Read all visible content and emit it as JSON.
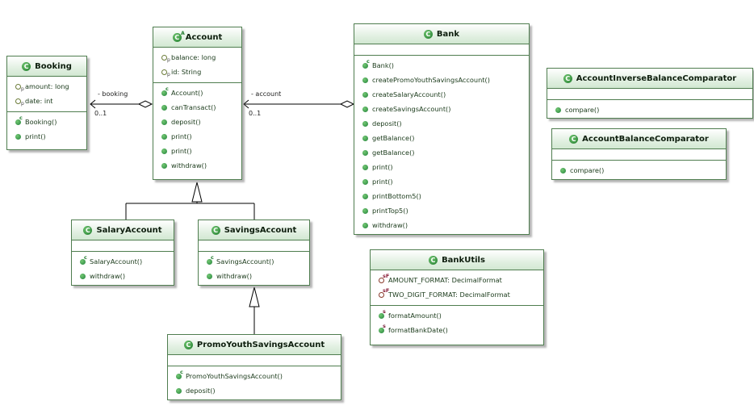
{
  "classes": {
    "booking": {
      "name": "Booking",
      "attributes": [
        {
          "text": "amount: long",
          "icon": "protected-field-icon"
        },
        {
          "text": "date: int",
          "icon": "protected-field-icon"
        }
      ],
      "operations": [
        {
          "text": "Booking()",
          "icon": "constructor-icon"
        },
        {
          "text": "print()",
          "icon": "method-icon"
        }
      ]
    },
    "account": {
      "name": "Account",
      "attributes": [
        {
          "text": "balance: long",
          "icon": "protected-field-icon"
        },
        {
          "text": "id: String",
          "icon": "protected-field-icon"
        }
      ],
      "operations": [
        {
          "text": "Account()",
          "icon": "constructor-icon"
        },
        {
          "text": "canTransact()",
          "icon": "method-icon"
        },
        {
          "text": "deposit()",
          "icon": "method-icon"
        },
        {
          "text": "print()",
          "icon": "method-icon"
        },
        {
          "text": "print()",
          "icon": "method-icon"
        },
        {
          "text": "withdraw()",
          "icon": "method-icon"
        }
      ]
    },
    "bank": {
      "name": "Bank",
      "attributes": [],
      "operations": [
        {
          "text": "Bank()",
          "icon": "constructor-icon"
        },
        {
          "text": "createPromoYouthSavingsAccount()",
          "icon": "method-icon"
        },
        {
          "text": "createSalaryAccount()",
          "icon": "method-icon"
        },
        {
          "text": "createSavingsAccount()",
          "icon": "method-icon"
        },
        {
          "text": "deposit()",
          "icon": "method-icon"
        },
        {
          "text": "getBalance()",
          "icon": "method-icon"
        },
        {
          "text": "getBalance()",
          "icon": "method-icon"
        },
        {
          "text": "print()",
          "icon": "method-icon"
        },
        {
          "text": "print()",
          "icon": "method-icon"
        },
        {
          "text": "printBottom5()",
          "icon": "method-icon"
        },
        {
          "text": "printTop5()",
          "icon": "method-icon"
        },
        {
          "text": "withdraw()",
          "icon": "method-icon"
        }
      ]
    },
    "account_inverse_comparator": {
      "name": "AccountInverseBalanceComparator",
      "attributes": [],
      "operations": [
        {
          "text": "compare()",
          "icon": "method-icon"
        }
      ]
    },
    "account_balance_comparator": {
      "name": "AccountBalanceComparator",
      "attributes": [],
      "operations": [
        {
          "text": "compare()",
          "icon": "method-icon"
        }
      ]
    },
    "salary_account": {
      "name": "SalaryAccount",
      "attributes": [],
      "operations": [
        {
          "text": "SalaryAccount()",
          "icon": "constructor-icon"
        },
        {
          "text": "withdraw()",
          "icon": "method-icon"
        }
      ]
    },
    "savings_account": {
      "name": "SavingsAccount",
      "attributes": [],
      "operations": [
        {
          "text": "SavingsAccount()",
          "icon": "constructor-icon"
        },
        {
          "text": "withdraw()",
          "icon": "method-icon"
        }
      ]
    },
    "bank_utils": {
      "name": "BankUtils",
      "attributes": [
        {
          "text": "AMOUNT_FORMAT: DecimalFormat",
          "icon": "static-final-field-icon"
        },
        {
          "text": "TWO_DIGIT_FORMAT: DecimalFormat",
          "icon": "static-final-field-icon"
        }
      ],
      "operations": [
        {
          "text": "formatAmount()",
          "icon": "static-method-icon"
        },
        {
          "text": "formatBankDate()",
          "icon": "static-method-icon"
        }
      ]
    },
    "promo_youth": {
      "name": "PromoYouthSavingsAccount",
      "attributes": [],
      "operations": [
        {
          "text": "PromoYouthSavingsAccount()",
          "icon": "constructor-icon"
        },
        {
          "text": "deposit()",
          "icon": "method-icon"
        }
      ]
    }
  },
  "associations": {
    "booking": {
      "role": "- booking",
      "multiplicity": "0..1"
    },
    "account": {
      "role": "- account",
      "multiplicity": "0..1"
    }
  },
  "colors": {
    "border": "#4f7d4f",
    "header_gradient_end": "#d2e8d2",
    "icon_green": "#1f7a2c",
    "line": "#000000"
  }
}
